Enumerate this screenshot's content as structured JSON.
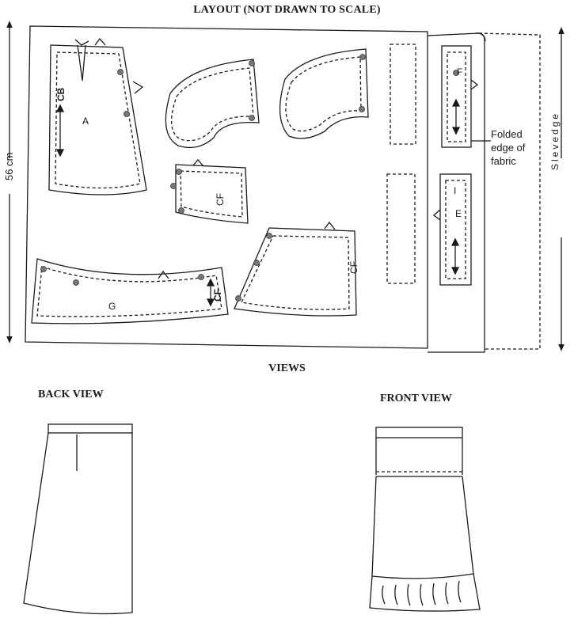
{
  "layout_title": "LAYOUT (NOT DRAWN TO SCALE)",
  "views_title": "VIEWS",
  "back_view_label": "BACK VIEW",
  "front_view_label": "FRONT VIEW",
  "fabric_width_label": "56 cm",
  "selvedge_label": "Slevedge",
  "fold_label": "Folded edge of fabric",
  "pieces": {
    "a": {
      "label": "A",
      "side_label": "CB"
    },
    "cf_small": {
      "label": "CF"
    },
    "cf_large": {
      "label": "CF"
    },
    "g": {
      "label": "G",
      "side_label": "CF"
    },
    "f": {
      "label": "F"
    },
    "ie": {
      "label_i": "I",
      "label_e": "E"
    }
  }
}
